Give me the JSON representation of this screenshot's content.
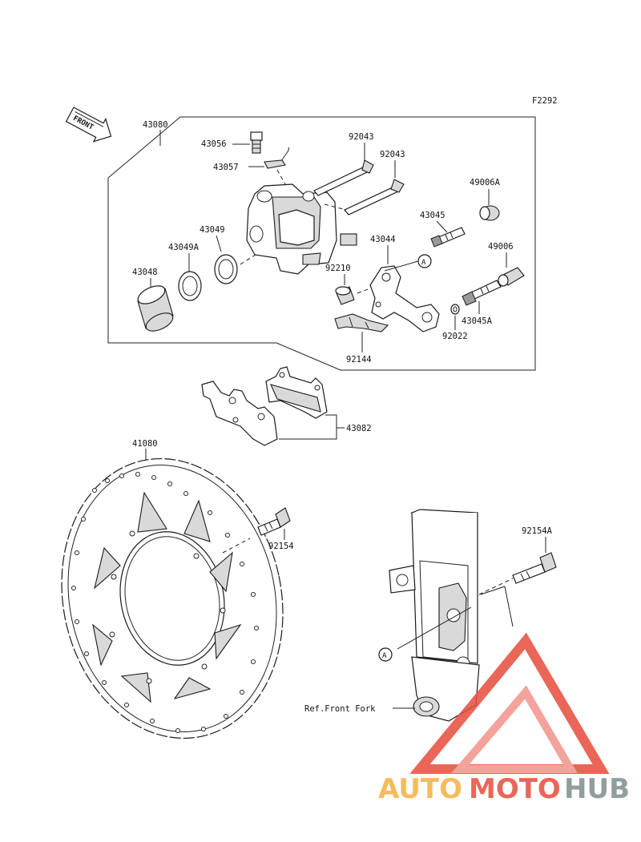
{
  "figure_code": "F2292",
  "front_label": "FRONT",
  "callouts": {
    "c43080": "43080",
    "c43056": "43056",
    "c43057": "43057",
    "c92043a": "92043",
    "c92043b": "92043",
    "c49006A": "49006A",
    "c43045": "43045",
    "c43049": "43049",
    "c43049A": "43049A",
    "c43044": "43044",
    "c49006": "49006",
    "c43048": "43048",
    "c92210": "92210",
    "c43045A": "43045A",
    "c92022": "92022",
    "c92144": "92144",
    "c43082": "43082",
    "c41080": "41080",
    "c92154": "92154",
    "c92154A": "92154A",
    "ref_fork": "Ref.Front Fork"
  },
  "markers": {
    "a_top": "A",
    "a_bottom": "A"
  },
  "watermark": {
    "brand_part1": "AUTO",
    "brand_part2": "MOTO",
    "brand_part3": "HUB",
    "colors": {
      "orange": "#f5b041",
      "red": "#e74c3c",
      "grey": "#7f8c8d"
    }
  }
}
